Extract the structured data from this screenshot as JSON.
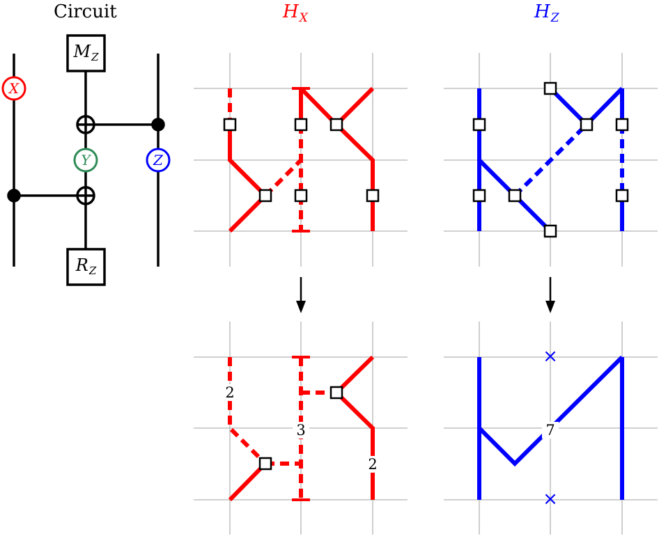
{
  "titles": {
    "circuit": "Circuit",
    "hx": {
      "main": "H",
      "sub": "X"
    },
    "hz": {
      "main": "H",
      "sub": "Z"
    }
  },
  "gates": {
    "measure": {
      "main": "M",
      "sub": "Z"
    },
    "reset": {
      "main": "R",
      "sub": "Z"
    },
    "x": "X",
    "y": "Y",
    "z": "Z"
  },
  "counts": {
    "hx_left": "2",
    "hx_middle": "3",
    "hx_right": "2",
    "hz_middle": "7"
  },
  "marks": {
    "cross": "×"
  },
  "colors": {
    "red": "#ff0000",
    "blue": "#0000ff",
    "green": "#2e8b57",
    "black": "#000000",
    "grid": "#b3b3b3"
  }
}
